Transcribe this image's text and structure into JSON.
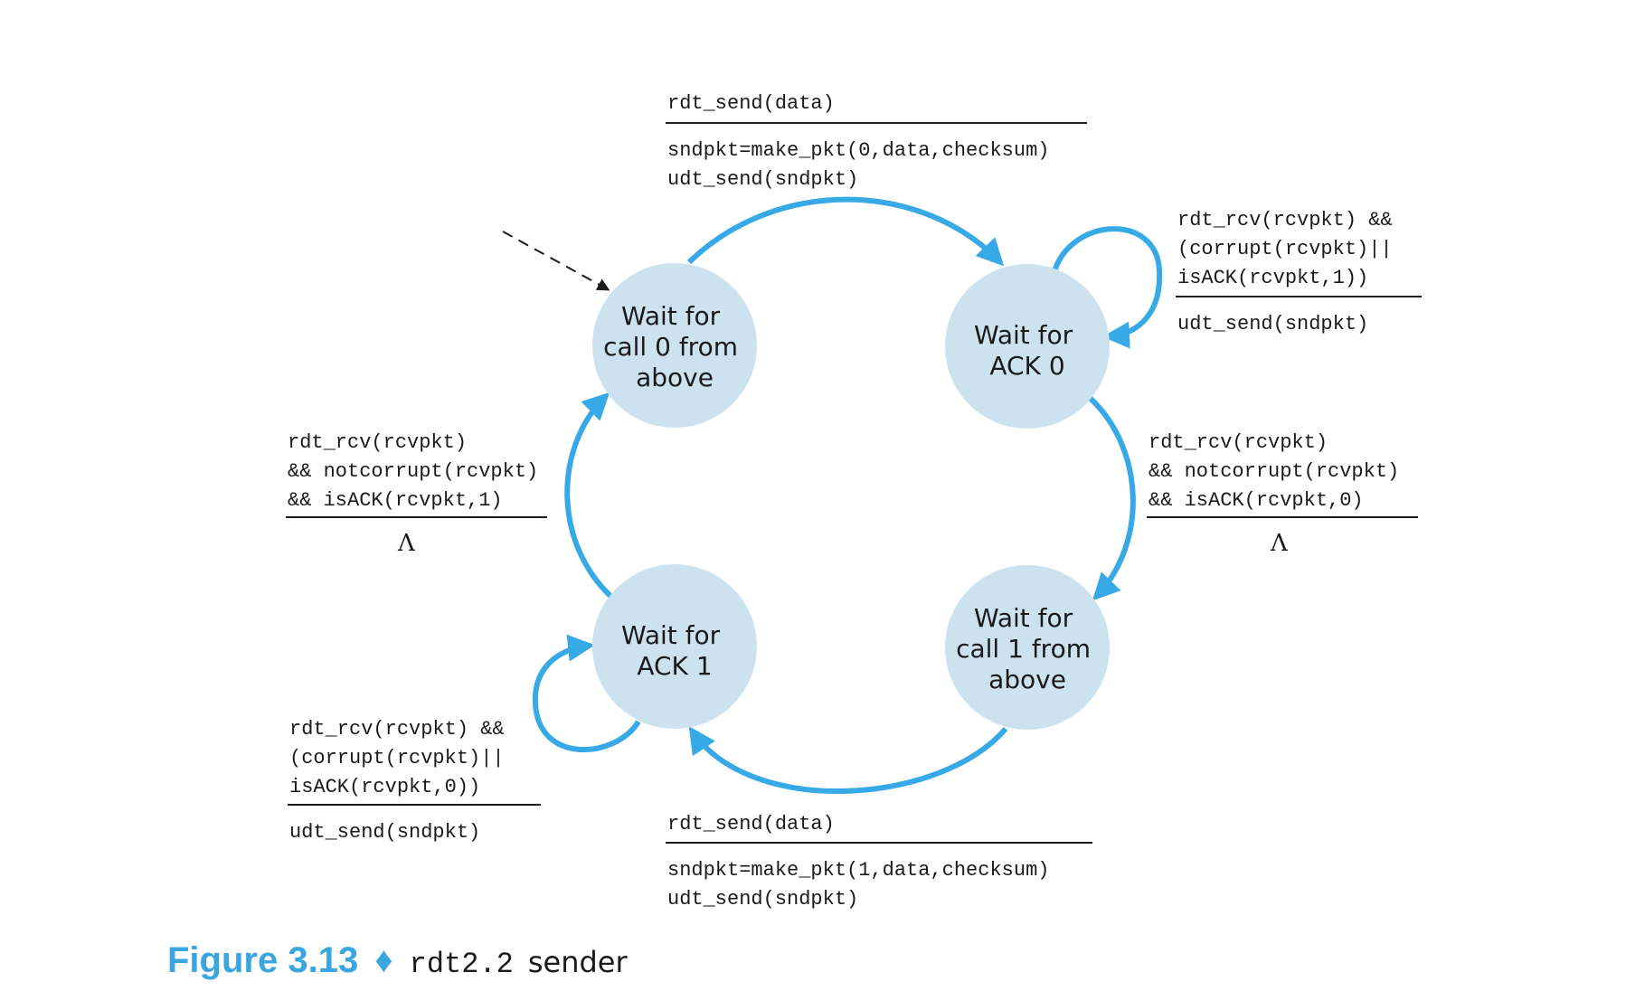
{
  "states": [
    {
      "id": "wait-call0",
      "lines": [
        "Wait for",
        "call 0 from",
        "above"
      ]
    },
    {
      "id": "wait-ack0",
      "lines": [
        "Wait for",
        "ACK 0"
      ]
    },
    {
      "id": "wait-call1",
      "lines": [
        "Wait for",
        "call 1 from",
        "above"
      ]
    },
    {
      "id": "wait-ack1",
      "lines": [
        "Wait for",
        "ACK 1"
      ]
    }
  ],
  "transitions": {
    "call0_to_ack0": {
      "event": [
        "rdt_send(data)"
      ],
      "action": [
        "sndpkt=make_pkt(0,data,checksum)",
        "udt_send(sndpkt)"
      ]
    },
    "ack0_self": {
      "event": [
        "rdt_rcv(rcvpkt) &&",
        "(corrupt(rcvpkt)||",
        "isACK(rcvpkt,1))"
      ],
      "action": [
        "udt_send(sndpkt)"
      ]
    },
    "ack0_to_call1": {
      "event": [
        "rdt_rcv(rcvpkt)",
        "&& notcorrupt(rcvpkt)",
        "&& isACK(rcvpkt,0)"
      ],
      "action": [
        "Λ"
      ]
    },
    "call1_to_ack1": {
      "event": [
        "rdt_send(data)"
      ],
      "action": [
        "sndpkt=make_pkt(1,data,checksum)",
        "udt_send(sndpkt)"
      ]
    },
    "ack1_self": {
      "event": [
        "rdt_rcv(rcvpkt) &&",
        "(corrupt(rcvpkt)||",
        "isACK(rcvpkt,0))"
      ],
      "action": [
        "udt_send(sndpkt)"
      ]
    },
    "ack1_to_call0": {
      "event": [
        "rdt_rcv(rcvpkt)",
        "&& notcorrupt(rcvpkt)",
        "&& isACK(rcvpkt,1)"
      ],
      "action": [
        "Λ"
      ]
    }
  },
  "caption": {
    "figure_number": "Figure 3.13",
    "separator": "♦",
    "code": "rdt2.2",
    "word": "sender"
  },
  "colors": {
    "arrow": "#36a9e6",
    "state_fill": "#cce3ef",
    "caption_accent": "#3aa6e0"
  }
}
